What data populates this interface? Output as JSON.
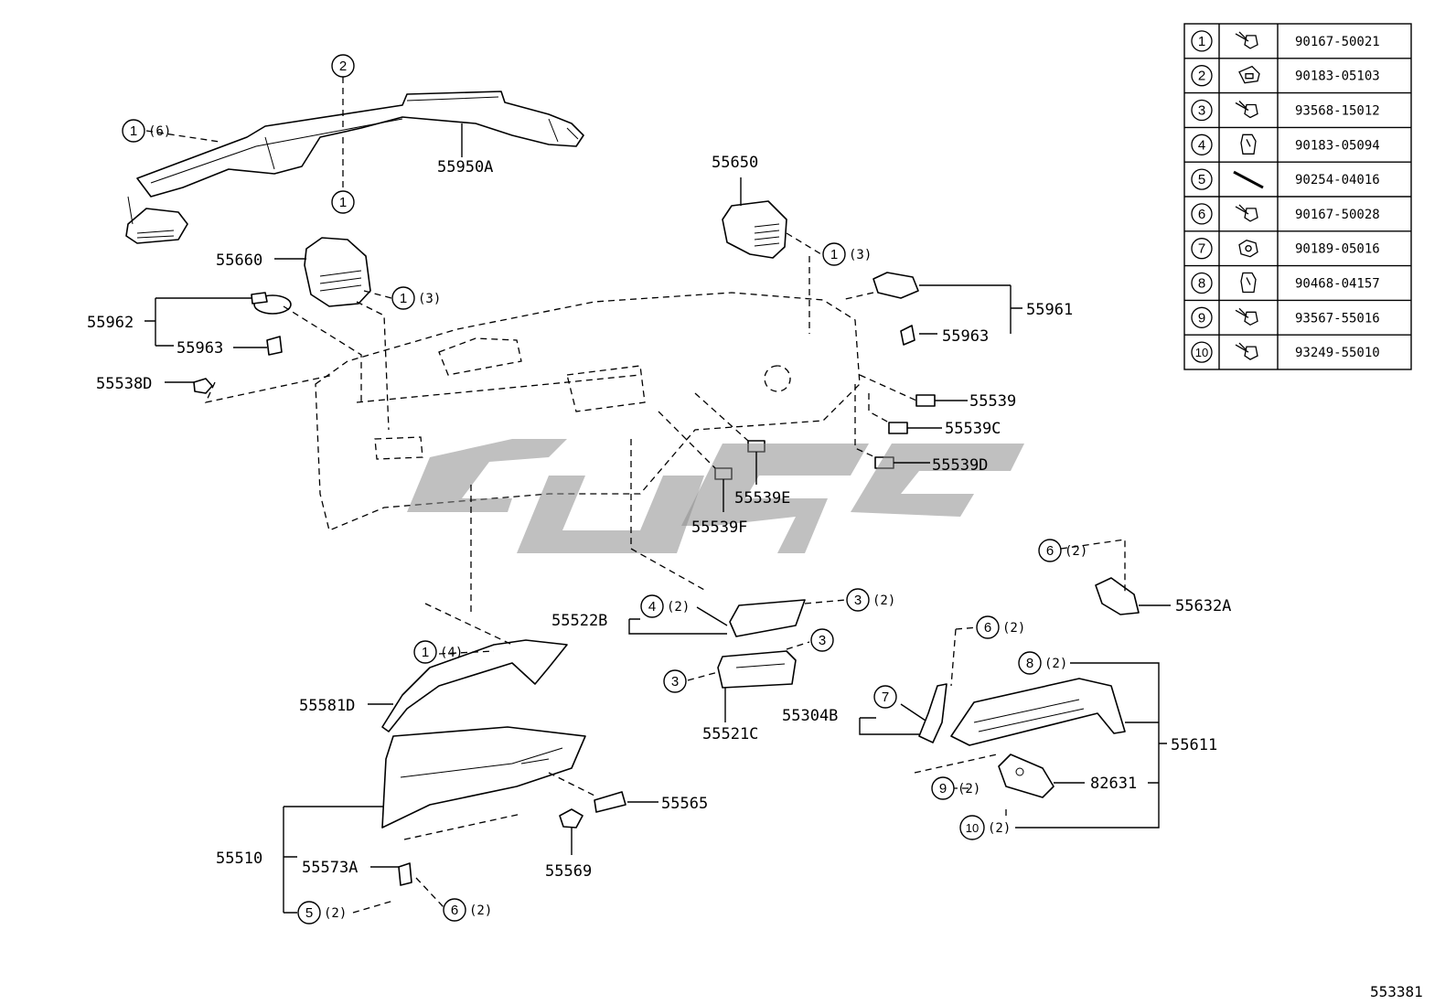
{
  "figure_number": "553381",
  "watermark": "",
  "callouts": [
    {
      "text": "55950A"
    },
    {
      "text": "55650"
    },
    {
      "text": "55660"
    },
    {
      "text": "55962"
    },
    {
      "text": "55963"
    },
    {
      "text": "55538D"
    },
    {
      "text": "55961"
    },
    {
      "text": "55963"
    },
    {
      "text": "55539"
    },
    {
      "text": "55539C"
    },
    {
      "text": "55539D"
    },
    {
      "text": "55539E"
    },
    {
      "text": "55539F"
    },
    {
      "text": "55632A"
    },
    {
      "text": "55522B"
    },
    {
      "text": "55581D"
    },
    {
      "text": "55521C"
    },
    {
      "text": "55304B"
    },
    {
      "text": "55611"
    },
    {
      "text": "82631"
    },
    {
      "text": "55565"
    },
    {
      "text": "55510"
    },
    {
      "text": "55573A"
    },
    {
      "text": "55569"
    }
  ],
  "circle_refs": [
    {
      "num": "1",
      "qty": "(6)"
    },
    {
      "num": "2",
      "qty": ""
    },
    {
      "num": "1",
      "qty": ""
    },
    {
      "num": "1",
      "qty": "(3)"
    },
    {
      "num": "1",
      "qty": "(3)"
    },
    {
      "num": "6",
      "qty": "(2)"
    },
    {
      "num": "4",
      "qty": "(2)"
    },
    {
      "num": "3",
      "qty": "(2)"
    },
    {
      "num": "3",
      "qty": ""
    },
    {
      "num": "3",
      "qty": ""
    },
    {
      "num": "1",
      "qty": "(4)"
    },
    {
      "num": "6",
      "qty": "(2)"
    },
    {
      "num": "7",
      "qty": ""
    },
    {
      "num": "8",
      "qty": "(2)"
    },
    {
      "num": "9",
      "qty": "(2)"
    },
    {
      "num": "10",
      "qty": "(2)"
    },
    {
      "num": "5",
      "qty": "(2)"
    },
    {
      "num": "6",
      "qty": "(2)"
    }
  ],
  "fastener_table": [
    {
      "ref": "1",
      "icon": "screw-icon",
      "part": "90167-50021"
    },
    {
      "ref": "2",
      "icon": "clip-nut-icon",
      "part": "90183-05103"
    },
    {
      "ref": "3",
      "icon": "screw-icon",
      "part": "93568-15012"
    },
    {
      "ref": "4",
      "icon": "clip-icon",
      "part": "90183-05094"
    },
    {
      "ref": "5",
      "icon": "pin-icon",
      "part": "90254-04016"
    },
    {
      "ref": "6",
      "icon": "screw-icon",
      "part": "90167-50028"
    },
    {
      "ref": "7",
      "icon": "grommet-icon",
      "part": "90189-05016"
    },
    {
      "ref": "8",
      "icon": "clip-icon",
      "part": "90468-04157"
    },
    {
      "ref": "9",
      "icon": "screw-icon",
      "part": "93567-55016"
    },
    {
      "ref": "10",
      "icon": "screw-icon",
      "part": "93249-55010"
    }
  ]
}
